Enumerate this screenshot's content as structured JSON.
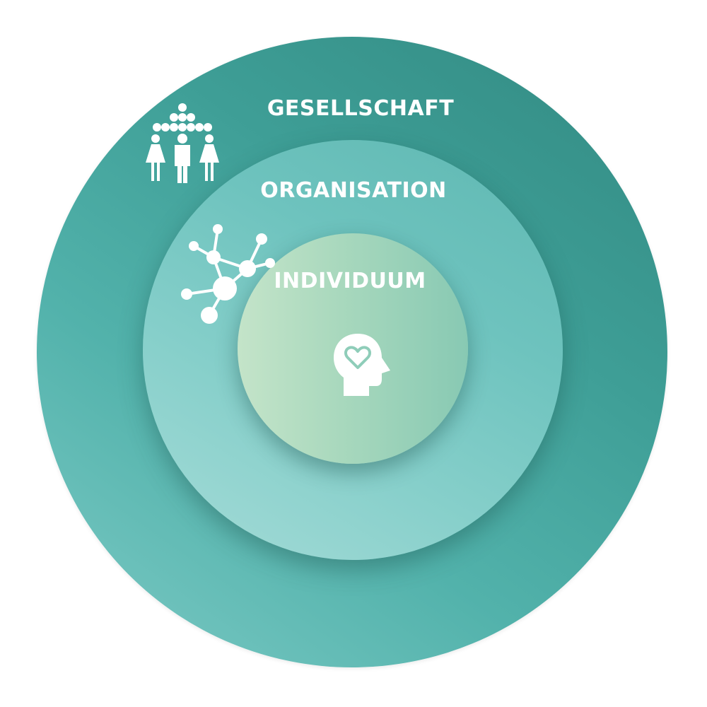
{
  "diagram": {
    "levels": [
      {
        "label": "GESELLSCHAFT",
        "icon": "people-group-icon"
      },
      {
        "label": "ORGANISATION",
        "icon": "network-icon"
      },
      {
        "label": "INDIVIDUUM",
        "icon": "head-heart-icon"
      }
    ],
    "colors": {
      "outer_ring": "#3e9e96",
      "middle_ring": "#6ec3be",
      "inner_circle": "#a8d8bd",
      "text": "#ffffff"
    }
  }
}
